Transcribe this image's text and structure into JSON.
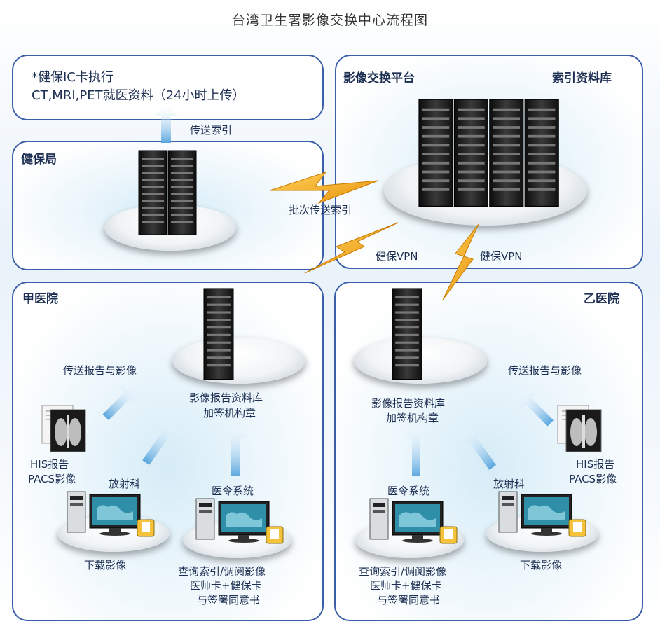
{
  "title": "台湾卫生署影像交换中心流程图",
  "top_note": {
    "line1": "*健保IC卡执行",
    "line2": "CT,MRI,PET就医资料（24小时上传）"
  },
  "labels": {
    "send_index": "传送索引",
    "nhi_bureau": "健保局",
    "exchange_platform": "影像交换平台",
    "index_db": "索引资料库",
    "batch_send_index": "批次传送索引",
    "vpn_left": "健保VPN",
    "vpn_right": "健保VPN"
  },
  "hospital_a": {
    "name": "甲医院",
    "send_reports": "传送报告与影像",
    "db_line1": "影像报告资料库",
    "db_line2": "加签机构章",
    "his_line1": "HIS报告",
    "his_line2": "PACS影像",
    "radiology": "放射科",
    "order_system": "医令系统",
    "download": "下载影像",
    "query_line1": "查询索引/调阅影像",
    "query_line2": "医师卡+健保卡",
    "query_line3": "与签署同意书"
  },
  "hospital_b": {
    "name": "乙医院",
    "send_reports": "传送报告与影像",
    "db_line1": "影像报告资料库",
    "db_line2": "加签机构章",
    "his_line1": "HIS报告",
    "his_line2": "PACS影像",
    "radiology": "放射科",
    "order_system": "医令系统",
    "download": "下载影像",
    "query_line1": "查询索引/调阅影像",
    "query_line2": "医师卡+健保卡",
    "query_line3": "与签署同意书"
  },
  "colors": {
    "border": "#3b5ea8",
    "arrow": "#6fb3e3",
    "lightning": "#f0a81c",
    "text": "#1d2f52"
  }
}
